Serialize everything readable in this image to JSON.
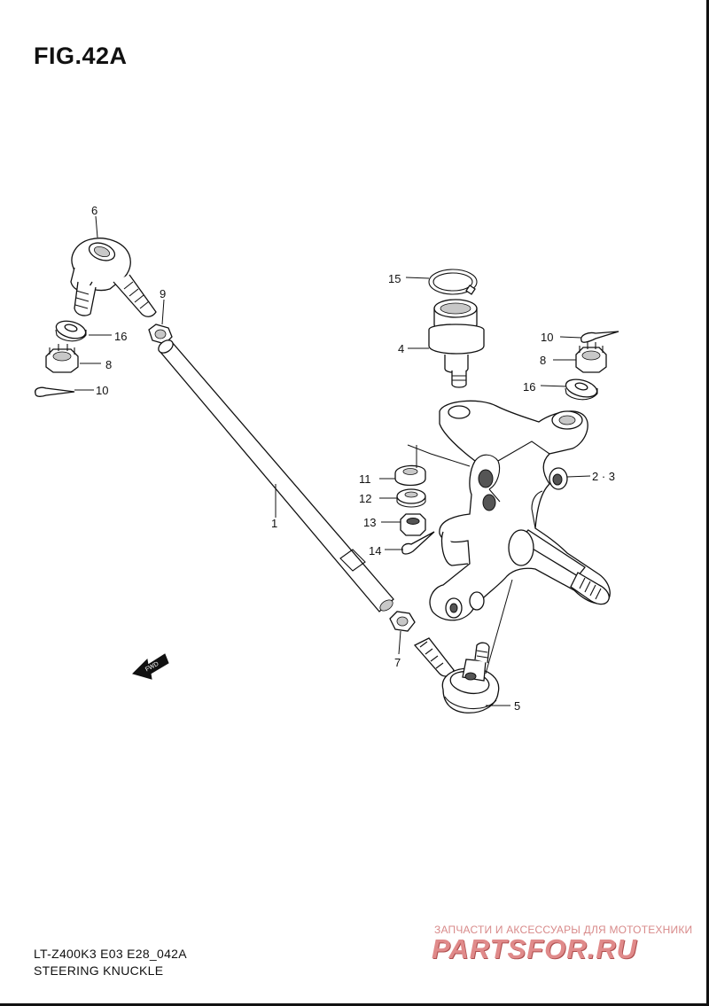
{
  "figure": {
    "title": "FIG.42A",
    "model_code": "LT-Z400K3 E03 E28_042A",
    "section_name": "STEERING KNUCKLE"
  },
  "watermark": {
    "tagline": "ЗАПЧАСТИ И АКСЕССУАРЫ ДЛЯ МОТОТЕХНИКИ",
    "logo_text": "PARTSFOR.RU"
  },
  "direction_label": "FWD",
  "callouts": [
    {
      "id": "6",
      "label": "6"
    },
    {
      "id": "9",
      "label": "9"
    },
    {
      "id": "16a",
      "label": "16"
    },
    {
      "id": "8a",
      "label": "8"
    },
    {
      "id": "10a",
      "label": "10"
    },
    {
      "id": "15",
      "label": "15"
    },
    {
      "id": "4",
      "label": "4"
    },
    {
      "id": "10b",
      "label": "10"
    },
    {
      "id": "8b",
      "label": "8"
    },
    {
      "id": "16b",
      "label": "16"
    },
    {
      "id": "11",
      "label": "11"
    },
    {
      "id": "12",
      "label": "12"
    },
    {
      "id": "13",
      "label": "13"
    },
    {
      "id": "14",
      "label": "14"
    },
    {
      "id": "2-3",
      "label": "2 · 3"
    },
    {
      "id": "1",
      "label": "1"
    },
    {
      "id": "7",
      "label": "7"
    },
    {
      "id": "5",
      "label": "5"
    }
  ]
}
